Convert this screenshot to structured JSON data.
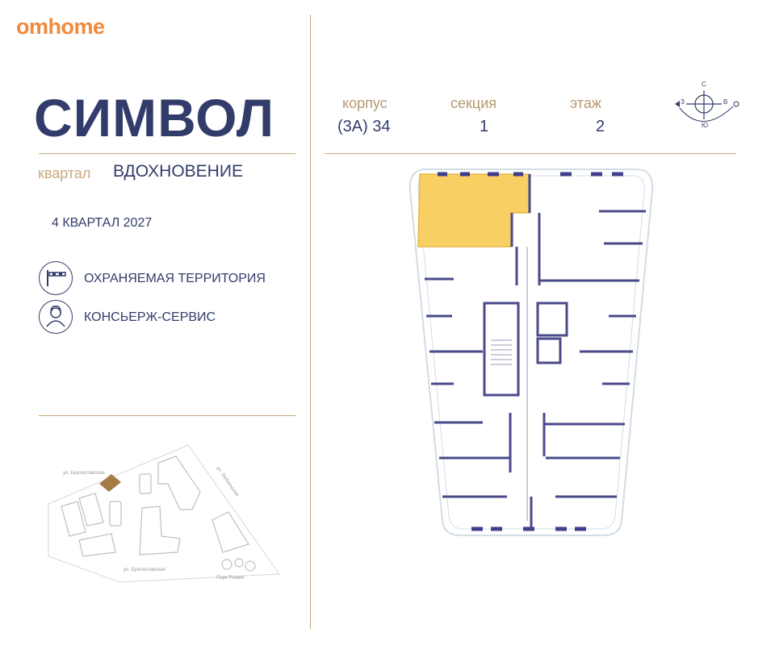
{
  "brand": "omhome",
  "project": {
    "title": "СИМВОЛ",
    "quarter_label": "квартал",
    "quarter_name": "ВДОХНОВЕНИЕ"
  },
  "deadline": "4 КВАРТАЛ 2027",
  "features": [
    {
      "label": "ОХРАНЯЕМАЯ ТЕРРИТОРИЯ",
      "icon": "barrier-icon"
    },
    {
      "label": "КОНСЬЕРЖ-СЕРВИС",
      "icon": "concierge-icon"
    }
  ],
  "params": [
    {
      "label": "корпус",
      "value": "(3А) 34"
    },
    {
      "label": "секция",
      "value": "1"
    },
    {
      "label": "этаж",
      "value": "2"
    }
  ],
  "compass": {
    "north": "С",
    "south": "Ю",
    "west": "З",
    "east": "В"
  },
  "site_plan": {
    "street_bottom": "ул. Братиславская",
    "street_left": "ул. Братиславская",
    "street_right": "ул. Люблинская",
    "park": "Парк Рюмин"
  },
  "colors": {
    "accent": "#c8a97e",
    "navy": "#323c6b",
    "brand": "#f08a3c",
    "highlight": "#f7cf63"
  }
}
